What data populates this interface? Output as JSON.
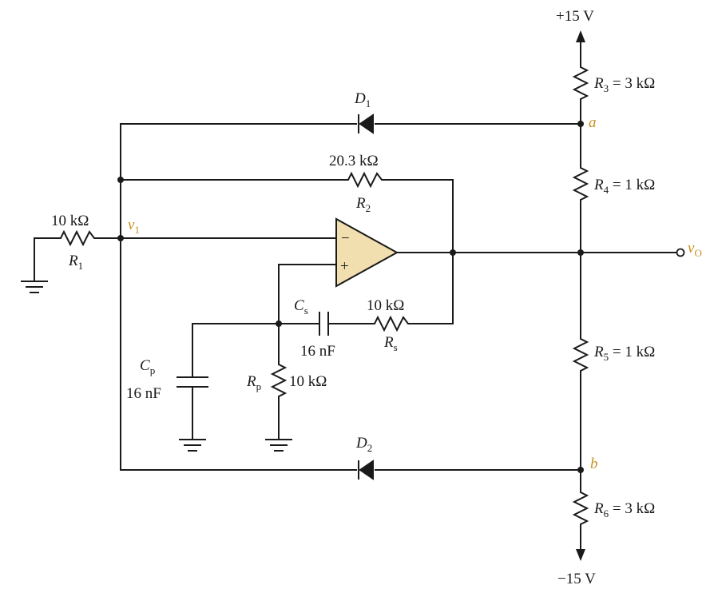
{
  "supply": {
    "positive": "+15 V",
    "negative": "−15 V"
  },
  "resistors": {
    "r1": {
      "value": "10 kΩ",
      "name": "R",
      "sub": "1"
    },
    "r2": {
      "value": "20.3 kΩ",
      "name": "R",
      "sub": "2"
    },
    "r3": {
      "name": "R",
      "sub": "3",
      "value": " = 3 kΩ"
    },
    "r4": {
      "name": "R",
      "sub": "4",
      "value": " = 1 kΩ"
    },
    "r5": {
      "name": "R",
      "sub": "5",
      "value": " = 1 kΩ"
    },
    "r6": {
      "name": "R",
      "sub": "6",
      "value": " = 3 kΩ"
    },
    "rs": {
      "value": "10 kΩ",
      "name": "R",
      "sub": "s"
    },
    "rp": {
      "name": "R",
      "sub": "p",
      "value": "10 kΩ"
    }
  },
  "capacitors": {
    "cs": {
      "name": "C",
      "sub": "s",
      "value": "16 nF"
    },
    "cp": {
      "name": "C",
      "sub": "p",
      "value": "16 nF"
    }
  },
  "diodes": {
    "d1": {
      "name": "D",
      "sub": "1"
    },
    "d2": {
      "name": "D",
      "sub": "2"
    }
  },
  "nodes": {
    "v1": {
      "name": "v",
      "sub": "1"
    },
    "a": "a",
    "b": "b",
    "vo": {
      "name": "v",
      "sub": "O"
    }
  },
  "opamp": {
    "inverting": "−",
    "noninverting": "+"
  },
  "colors": {
    "node_label": "#c8901e",
    "opamp_fill": "#f2dfb0",
    "wire": "#1a1a1a"
  }
}
